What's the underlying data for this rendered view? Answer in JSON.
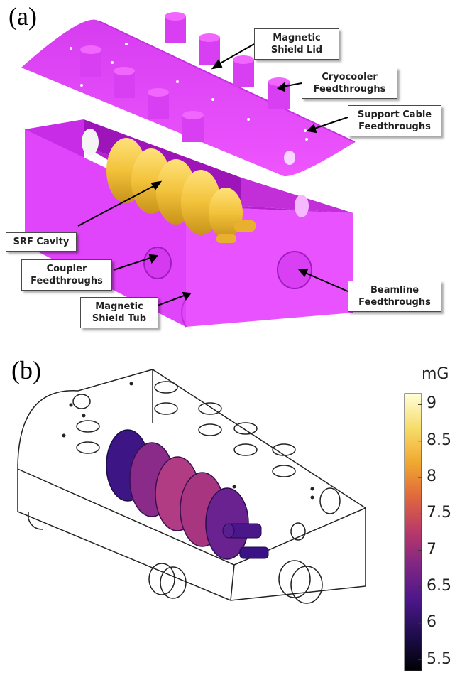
{
  "panels": {
    "a": {
      "label": "(a)"
    },
    "b": {
      "label": "(b)"
    }
  },
  "callouts": {
    "lid": [
      "Magnetic",
      "Shield Lid"
    ],
    "cryo": [
      "Cryocooler",
      "Feedthroughs"
    ],
    "support": [
      "Support Cable",
      "Feedthroughs"
    ],
    "srf": [
      "SRF Cavity"
    ],
    "coupler": [
      "Coupler",
      "Feedthroughs"
    ],
    "tub": [
      "Magnetic",
      "Shield Tub"
    ],
    "beamline": [
      "Beamline",
      "Feedthroughs"
    ]
  },
  "colorbar": {
    "unit": "mG",
    "ticks": [
      "9",
      "8.5",
      "8",
      "7.5",
      "7",
      "6.5",
      "6",
      "5.5"
    ],
    "range": [
      5.35,
      9.15
    ],
    "tick_values": [
      9,
      8.5,
      8,
      7.5,
      7,
      6.5,
      6,
      5.5
    ],
    "colormap": [
      "#ffffd9",
      "#f6dc6a",
      "#f0a830",
      "#e0663e",
      "#b8386a",
      "#7d2585",
      "#4a168a",
      "#1c0d4a",
      "#000004"
    ]
  },
  "colors": {
    "shield": "#e040fb",
    "shield_dark": "#b91ad6",
    "cavity": "#f2c23a",
    "cavity_dark": "#c8921a"
  }
}
